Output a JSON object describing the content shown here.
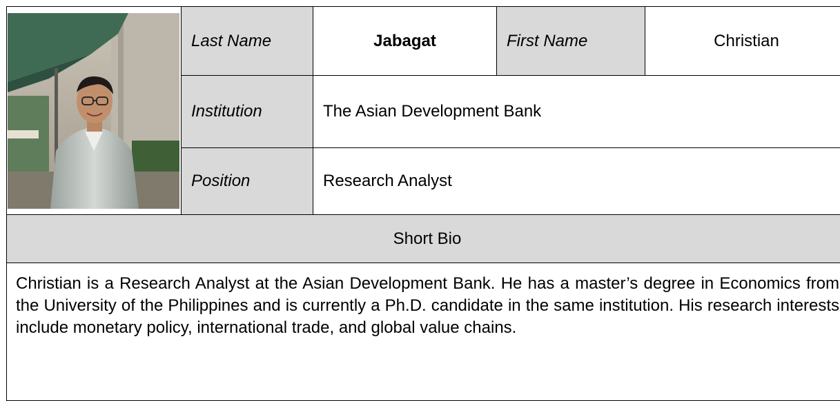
{
  "profile": {
    "last_name_label": "Last Name",
    "last_name": "Jabagat",
    "first_name_label": "First Name",
    "first_name": "Christian",
    "institution_label": "Institution",
    "institution": "The Asian Development Bank",
    "position_label": "Position",
    "position": "Research Analyst"
  },
  "bio": {
    "heading": "Short Bio",
    "text": "Christian is a Research Analyst at the Asian Development Bank. He has a master’s degree in Economics from the University of the Philippines and is currently a Ph.D. candidate in the same institution. His research interests include monetary policy, international trade, and global value chains."
  },
  "colors": {
    "label_background": "#d9d9d9",
    "border": "#000000"
  }
}
